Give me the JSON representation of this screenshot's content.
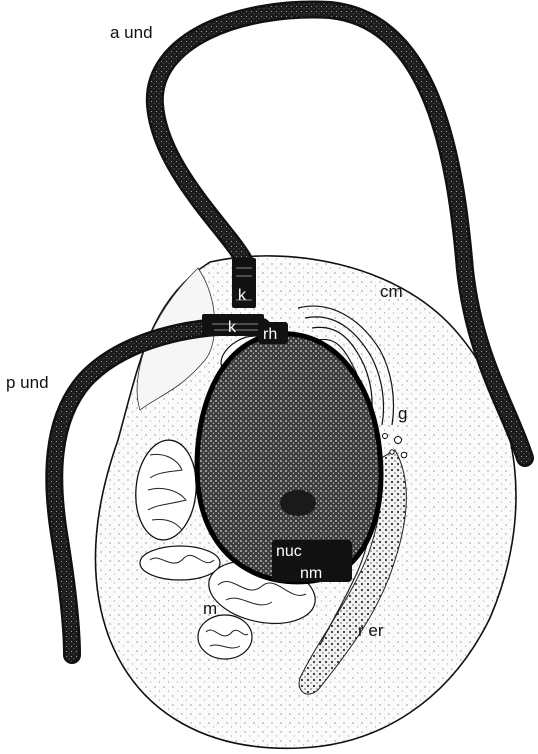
{
  "labels": {
    "a_und": "a und",
    "p_und": "p und",
    "cm": "cm",
    "k_upper": "k",
    "k_lower": "k",
    "rh": "rh",
    "g": "g",
    "nuc": "nuc",
    "nm": "nm",
    "m": "m",
    "r_er": "r er"
  },
  "colors": {
    "ink": "#111111",
    "stipple": "#555555",
    "cell_fill": "#fbfbfb",
    "nucleus_fill": "#4a4a4a"
  }
}
